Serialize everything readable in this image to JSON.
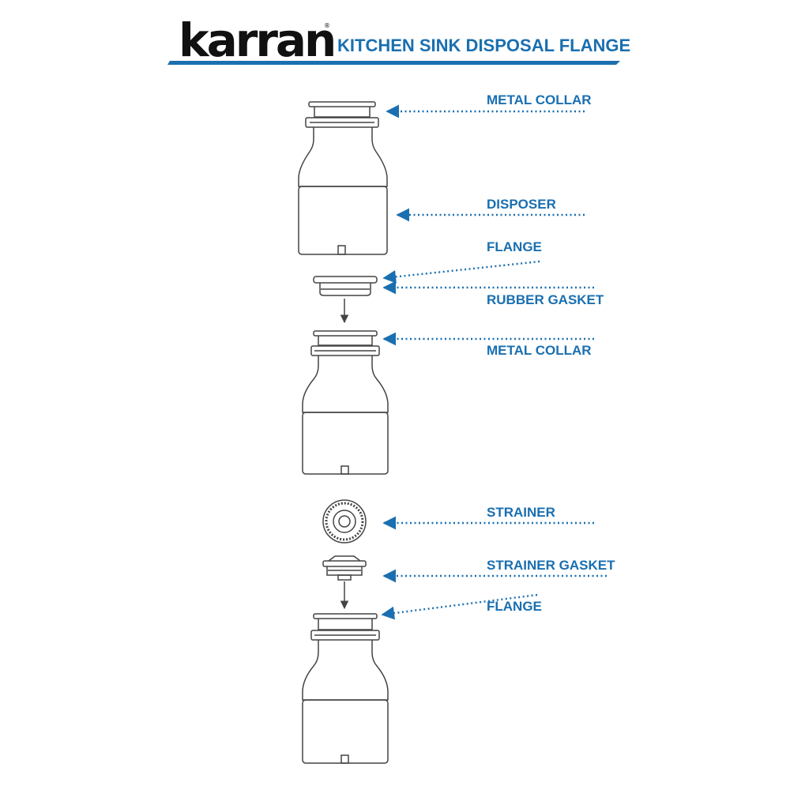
{
  "header": {
    "brand": "karran",
    "registered_mark": "®",
    "title": "KITCHEN SINK DISPOSAL FLANGE"
  },
  "labels": {
    "metal_collar_1": "METAL COLLAR",
    "disposer": "DISPOSER",
    "flange_1": "FLANGE",
    "rubber_gasket": "RUBBER GASKET",
    "metal_collar_2": "METAL COLLAR",
    "strainer": "STRAINER",
    "strainer_gasket": "STRAINER GASKET",
    "flange_2": "FLANGE"
  },
  "colors": {
    "accent": "#1a6fb0",
    "line": "#444444"
  }
}
